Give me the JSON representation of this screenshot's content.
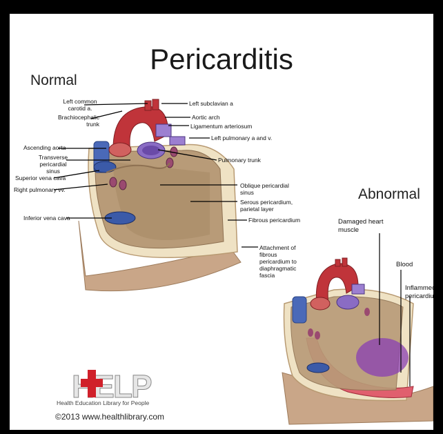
{
  "title": "Pericarditis",
  "normal": {
    "heading": "Normal",
    "labels": {
      "left_common_carotid": "Left common carotid a.",
      "brachiocephalic_trunk": "Brachiocephalic trunk",
      "ascending_aorta": "Ascending aorta",
      "transverse_sinus": "Transverse pericardial sinus",
      "superior_vena_cava": "Superior vena cava",
      "right_pulmonary_vv": "Right pulmonary vv.",
      "inferior_vena_cava": "Inferior vena cava",
      "left_subclavian": "Left subclavian a",
      "aortic_arch": "Aortic arch",
      "ligamentum_arteriosum": "Ligamentum arteriosum",
      "left_pulmonary": "Left pulmonary a and v.",
      "pulmonary_trunk": "Pulmonary trunk",
      "oblique_sinus": "Oblique pericardial sinus",
      "serous_pericardium": "Serous pericardium, parietal layer",
      "fibrous_pericardium": "Fibrous pericardium",
      "attachment": "Attachment of fibrous pericardium to diaphragmatic fascia"
    }
  },
  "abnormal": {
    "heading": "Abnormal",
    "labels": {
      "damaged": "Damaged heart muscle",
      "blood": "Blood",
      "inflamed": "Inflammed pericardium"
    }
  },
  "branding": {
    "logo_text": "HELP",
    "tagline": "Health Education Library for People",
    "copyright": "©2013 www.healthlibrary.com"
  },
  "colors": {
    "pericardium": "#d2b896",
    "fibrous": "#c9a688",
    "aorta": "#c0343a",
    "pulmonary": "#8a6cc4",
    "vena_cava": "#4a69b8",
    "inflammation": "#8a3fb3"
  }
}
